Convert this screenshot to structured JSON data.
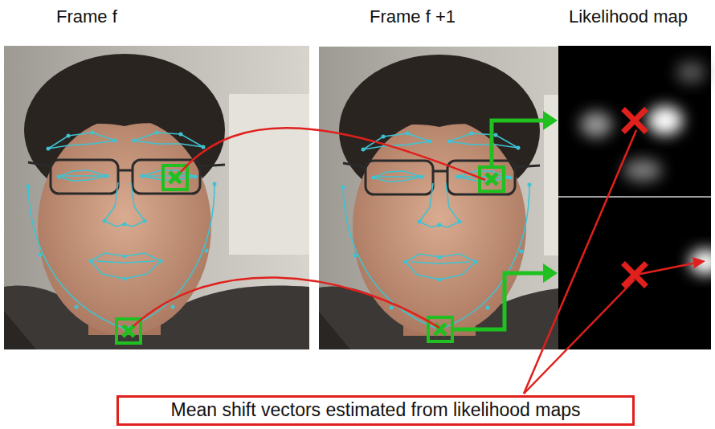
{
  "diagram": {
    "nodes": [
      {
        "text": [
          "Mean shift vectors estimated from likelihood maps"
        ]
      }
    ],
    "labels": [
      "Frame f",
      "Frame f +1",
      "Likelihood map"
    ]
  }
}
